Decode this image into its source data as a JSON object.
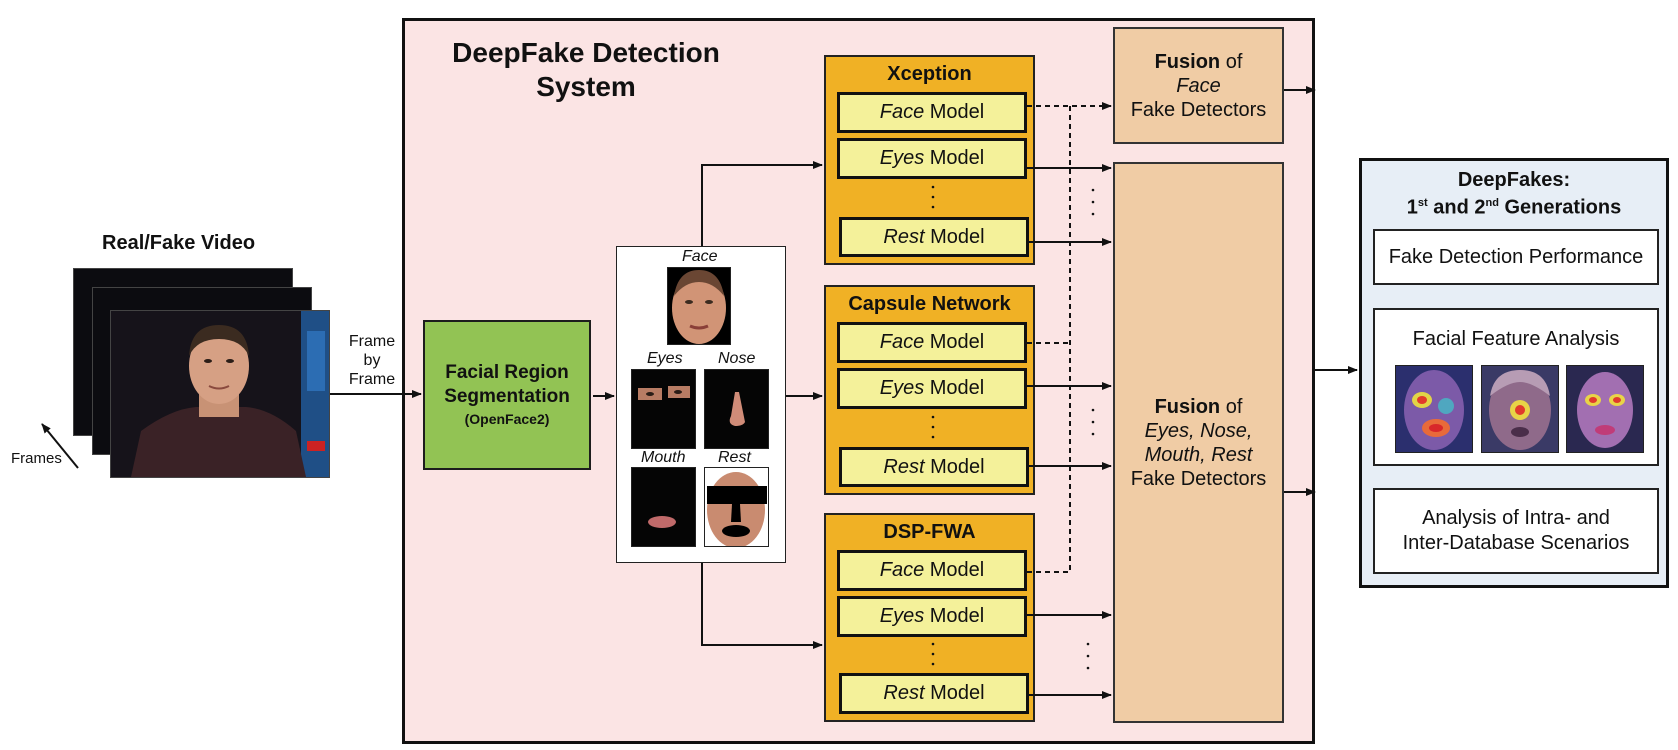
{
  "input": {
    "title": "Real/Fake Video",
    "frames_label": "Frames",
    "frame_by_frame": [
      "Frame",
      "by",
      "Frame"
    ]
  },
  "system": {
    "title_line1": "DeepFake Detection",
    "title_line2": "System"
  },
  "segmentation": {
    "line1": "Facial Region",
    "line2": "Segmentation",
    "tool": "(OpenFace2)"
  },
  "regions": {
    "face": "Face",
    "eyes": "Eyes",
    "nose": "Nose",
    "mouth": "Mouth",
    "rest": "Rest"
  },
  "model_word": "Model",
  "networks": [
    {
      "name": "Xception",
      "models": [
        "Face",
        "Eyes",
        "Rest"
      ]
    },
    {
      "name": "Capsule Network",
      "models": [
        "Face",
        "Eyes",
        "Rest"
      ]
    },
    {
      "name": "DSP-FWA",
      "models": [
        "Face",
        "Eyes",
        "Rest"
      ]
    }
  ],
  "fusion_face": {
    "bold": "Fusion",
    "of": "of",
    "italic": "Face",
    "tail": "Fake Detectors"
  },
  "fusion_regions": {
    "bold": "Fusion",
    "of": "of",
    "italic_line1": "Eyes, Nose,",
    "italic_line2": "Mouth, Rest",
    "tail": "Fake Detectors"
  },
  "results": {
    "title_line1": "DeepFakes:",
    "title_1st": "1",
    "title_st": "st",
    "title_and": " and 2",
    "title_nd": "nd",
    "title_gen": " Generations",
    "box1": "Fake Detection Performance",
    "box2": "Facial Feature Analysis",
    "box3_line1": "Analysis of Intra- and",
    "box3_line2": "Inter-Database Scenarios"
  },
  "colors": {
    "system_bg": "#fbe4e4",
    "segmentation": "#92c354",
    "network": "#f0b125",
    "model": "#f4f19a",
    "fusion": "#f0cca5",
    "results_bg": "#e7eef6"
  }
}
